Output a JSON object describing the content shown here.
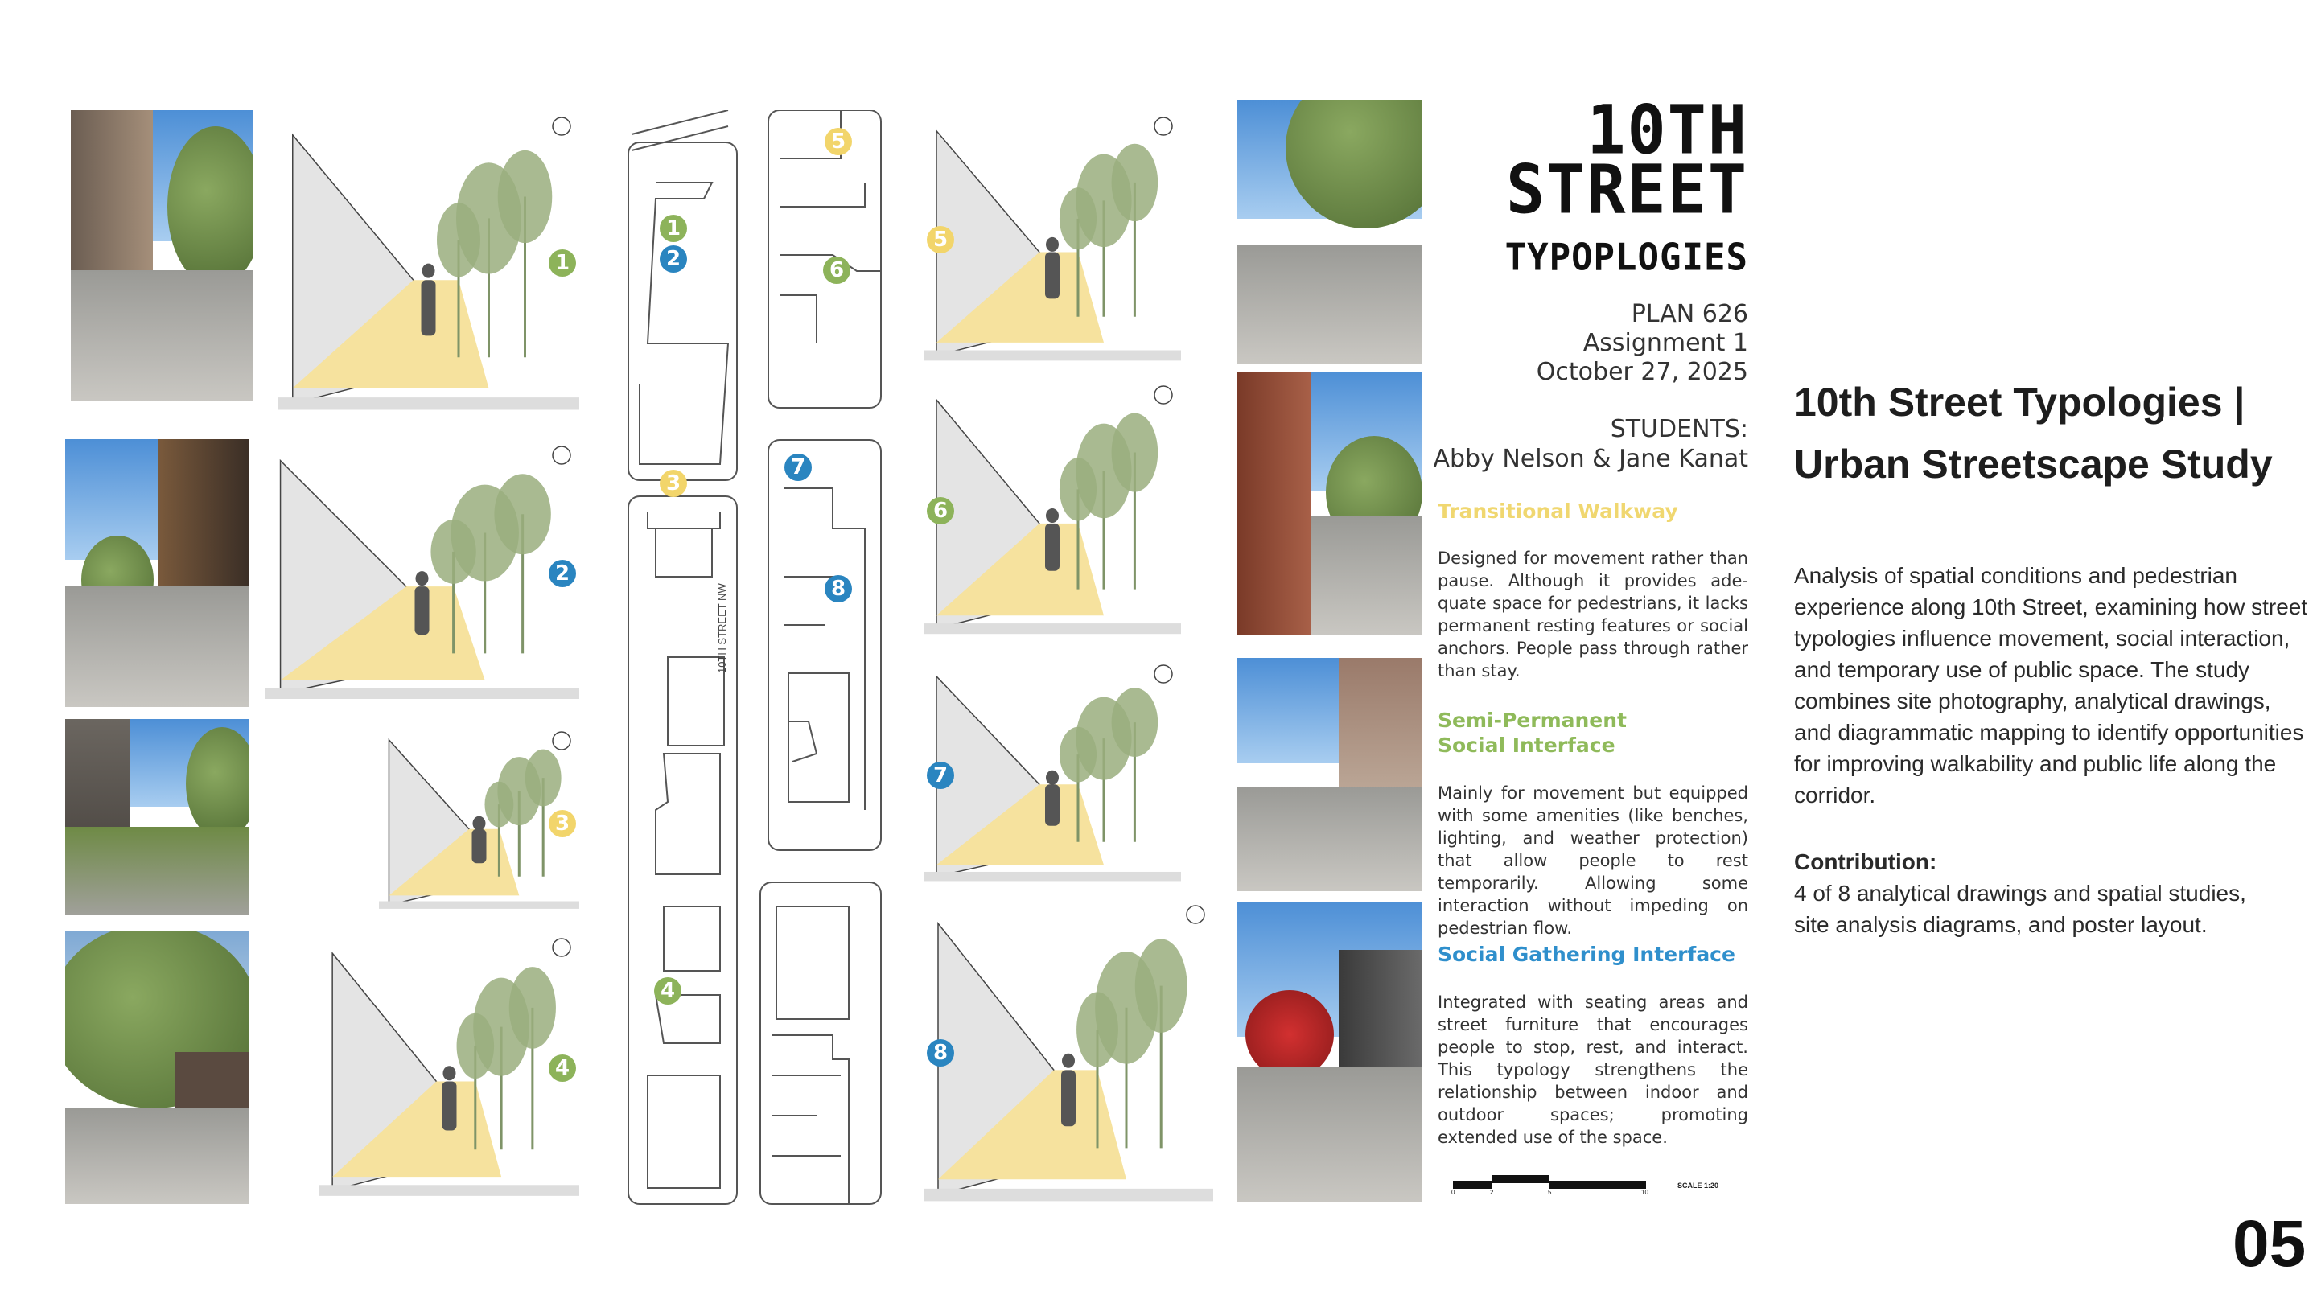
{
  "poster": {
    "title_line1": "10TH",
    "title_line2": "STREET",
    "title_line3": "TYPOPLOGIES",
    "course": "PLAN 626",
    "assignment": "Assignment 1",
    "date": "October 27, 2025",
    "students_label": "STUDENTS:",
    "students": "Abby Nelson & Jane Kanat",
    "street_label": "10TH STREET NW",
    "scale_label": "SCALE 1:20",
    "scale_ticks": [
      "0",
      "2",
      "5",
      "10"
    ],
    "typologies": [
      {
        "heading": "Transitional Walkway",
        "color": "#f0d770",
        "text": "Designed for movement rather than pause. Although it provides ade­quate space for pedestrians, it lacks permanent resting features or social anchors. People pass through rather than stay."
      },
      {
        "heading": "Semi-Permanent Social Interface",
        "color": "#8fba5a",
        "text": "Mainly for movement but equipped with some amenities (like benches, lighting, and weather protection) that allow people to rest temporarily. Al­lowing some interaction without im­peding on pedestrian flow."
      },
      {
        "heading": "Social Gathering Interface",
        "color": "#2f8fcc",
        "text": "Integrated with seating areas and street furniture that encourages peo­ple to stop, rest, and interact. This ty­pology strengthens the relationship between indoor and outdoor spac­es; promoting extended use of the space."
      }
    ],
    "markers": [
      {
        "num": "1",
        "type": "green"
      },
      {
        "num": "2",
        "type": "blue"
      },
      {
        "num": "3",
        "type": "yellow"
      },
      {
        "num": "4",
        "type": "green"
      },
      {
        "num": "5",
        "type": "yellow"
      },
      {
        "num": "6",
        "type": "green"
      },
      {
        "num": "7",
        "type": "blue"
      },
      {
        "num": "8",
        "type": "blue"
      }
    ],
    "colors": {
      "yellow": "#f2d56b",
      "green": "#8db35a",
      "blue": "#2a85c0",
      "zone": "#f6e29e",
      "tree": "#9aae7e"
    }
  },
  "description": {
    "title": "10th Street Typologies | Urban Streetscape Study",
    "body": "Analysis of spatial conditions and pedestrian experience along 10th Street, examining how street typologies influence movement, social interaction, and temporary use of public space. The study combines site photography, analytical drawings, and diagrammatic mapping to identify opportunities for improving walkability and public life along the corridor.",
    "contribution_label": "Contribution:",
    "contribution": "4 of 8 analytical drawings and spatial studies, site analysis diagrams, and poster layout."
  },
  "page_number": "05"
}
